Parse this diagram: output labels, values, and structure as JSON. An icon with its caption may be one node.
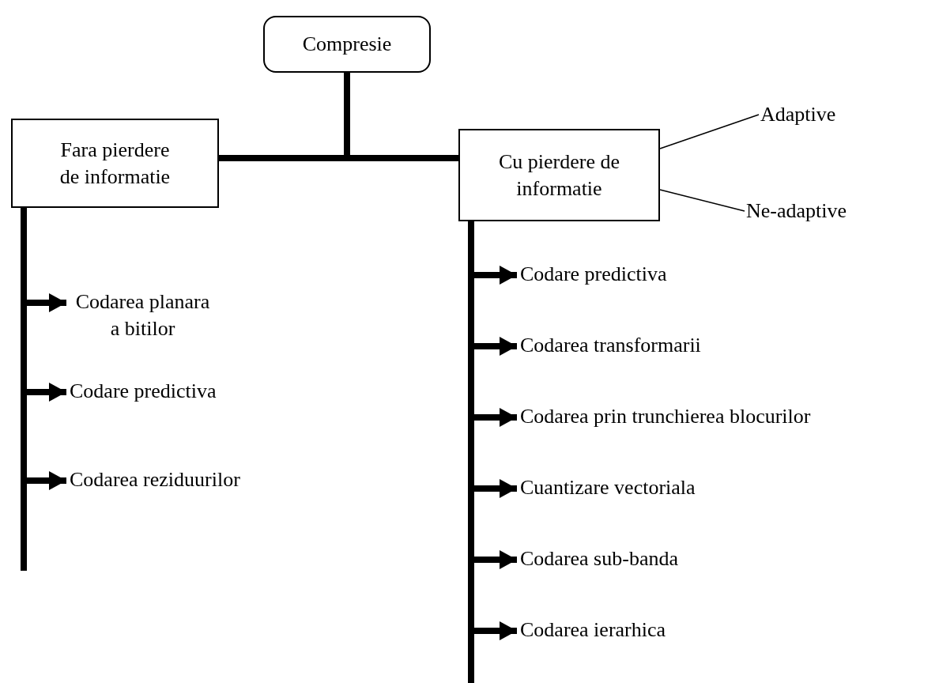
{
  "diagram": {
    "nodes": [
      {
        "text": [
          "Compresie"
        ]
      },
      {
        "text": [
          "Fara pierdere de informatie"
        ]
      },
      {
        "text": [
          "Cu pierdere de informatie"
        ]
      },
      {
        "text": [
          "Adaptive"
        ]
      },
      {
        "text": [
          "Ne-adaptive"
        ]
      },
      {
        "text": [
          "Codarea planara a bitilor"
        ]
      },
      {
        "text": [
          "Codare predictiva"
        ]
      },
      {
        "text": [
          "Codarea reziduurilor"
        ]
      },
      {
        "text": [
          "Codare predictiva"
        ]
      },
      {
        "text": [
          "Codarea transformarii"
        ]
      },
      {
        "text": [
          "Codarea prin trunchierea blocurilor"
        ]
      },
      {
        "text": [
          "Cuantizare vectoriala"
        ]
      },
      {
        "text": [
          "Codarea sub-banda"
        ]
      },
      {
        "text": [
          "Codarea ierarhica"
        ]
      }
    ],
    "edges": [
      {
        "from": 0,
        "to": 1,
        "arrow": "none"
      },
      {
        "from": 0,
        "to": 2,
        "arrow": "none"
      },
      {
        "from": 2,
        "to": 3,
        "arrow": "none"
      },
      {
        "from": 2,
        "to": 4,
        "arrow": "none"
      },
      {
        "from": 1,
        "to": 5,
        "arrow": "to"
      },
      {
        "from": 1,
        "to": 6,
        "arrow": "to"
      },
      {
        "from": 1,
        "to": 7,
        "arrow": "to"
      },
      {
        "from": 2,
        "to": 8,
        "arrow": "to"
      },
      {
        "from": 2,
        "to": 9,
        "arrow": "to"
      },
      {
        "from": 2,
        "to": 10,
        "arrow": "to"
      },
      {
        "from": 2,
        "to": 11,
        "arrow": "to"
      },
      {
        "from": 2,
        "to": 12,
        "arrow": "to"
      },
      {
        "from": 2,
        "to": 13,
        "arrow": "to"
      }
    ]
  }
}
